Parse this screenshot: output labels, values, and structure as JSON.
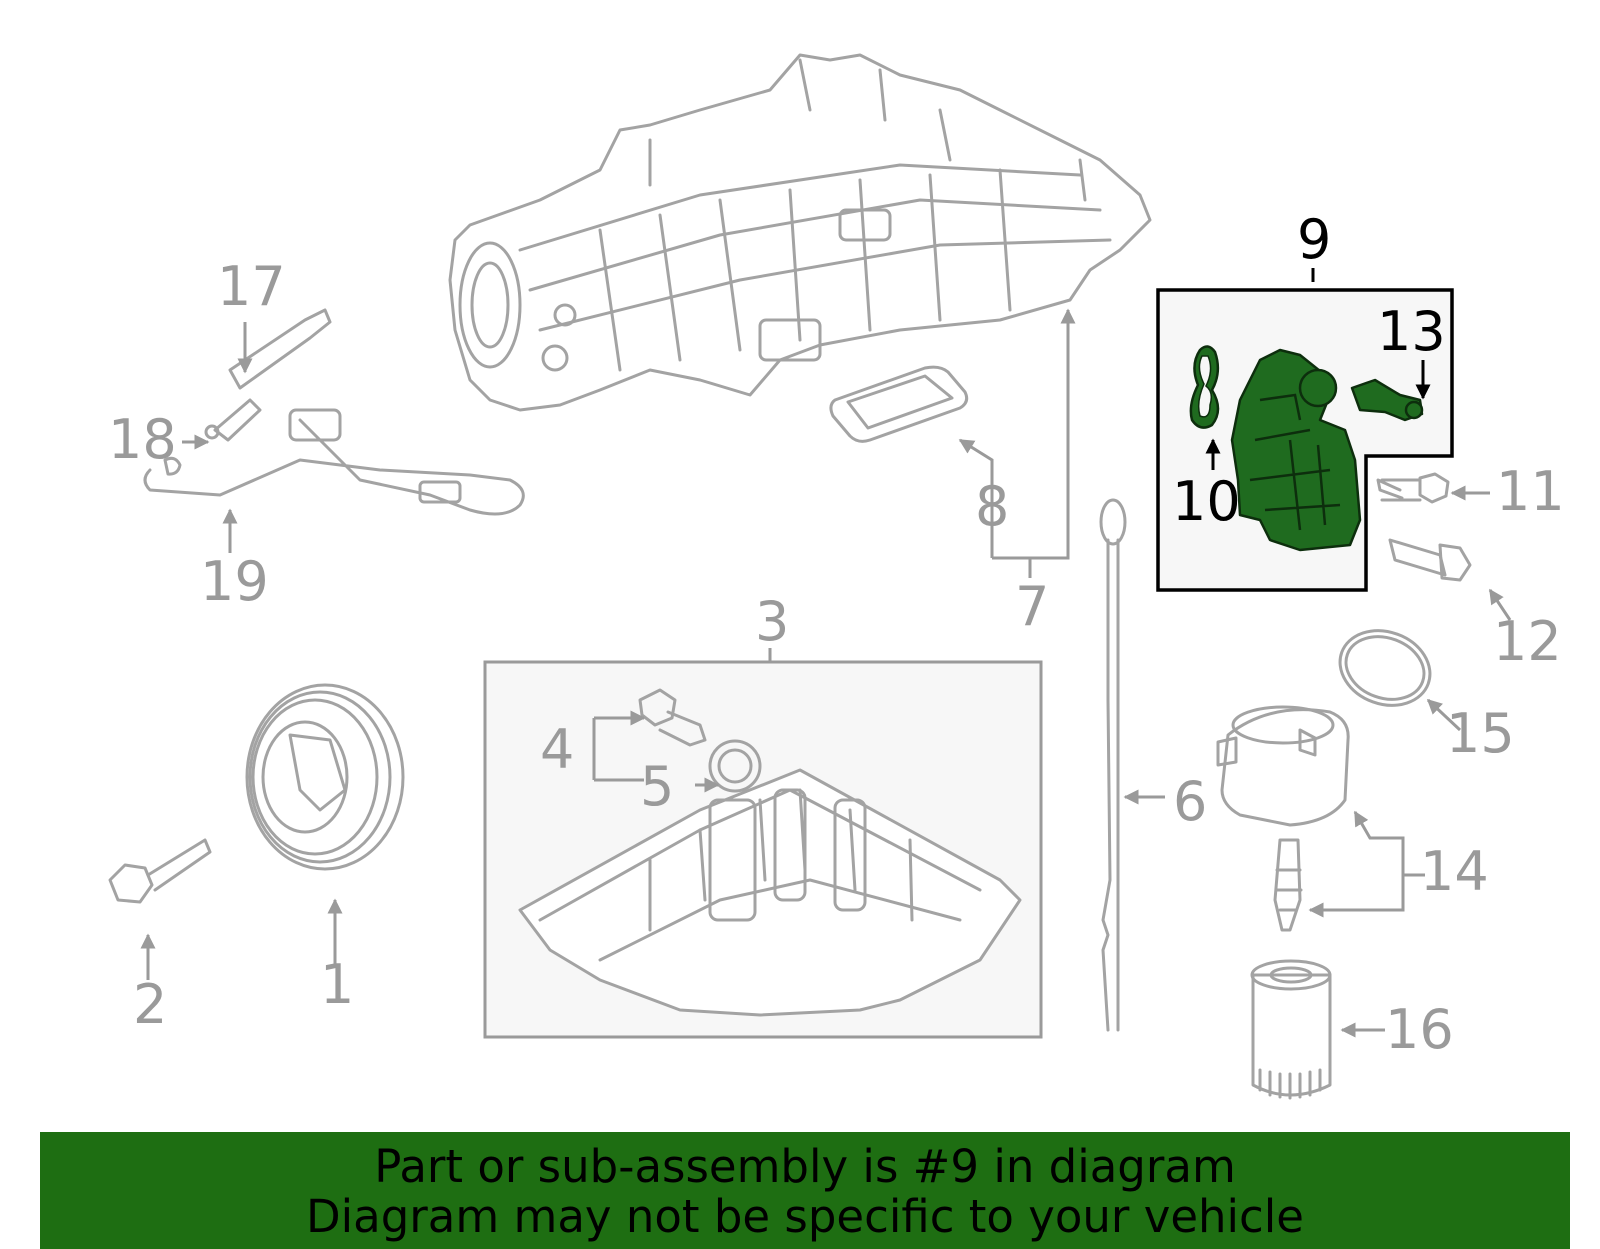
{
  "callouts": {
    "c1": "1",
    "c2": "2",
    "c3": "3",
    "c4": "4",
    "c5": "5",
    "c6": "6",
    "c7": "7",
    "c8": "8",
    "c9": "9",
    "c10": "10",
    "c11": "11",
    "c12": "12",
    "c13": "13",
    "c14": "14",
    "c15": "15",
    "c16": "16",
    "c17": "17",
    "c18": "18",
    "c19": "19"
  },
  "highlighted_callout": "9",
  "banner": {
    "line1": "Part or sub-assembly is #9 in diagram",
    "line2": "Diagram may not be specific to your vehicle"
  },
  "colors": {
    "banner_bg": "#1e6e12",
    "highlight_part": "#1f6b1f",
    "part_line": "#a3a3a3",
    "callout_gray": "#9a9a9a"
  }
}
